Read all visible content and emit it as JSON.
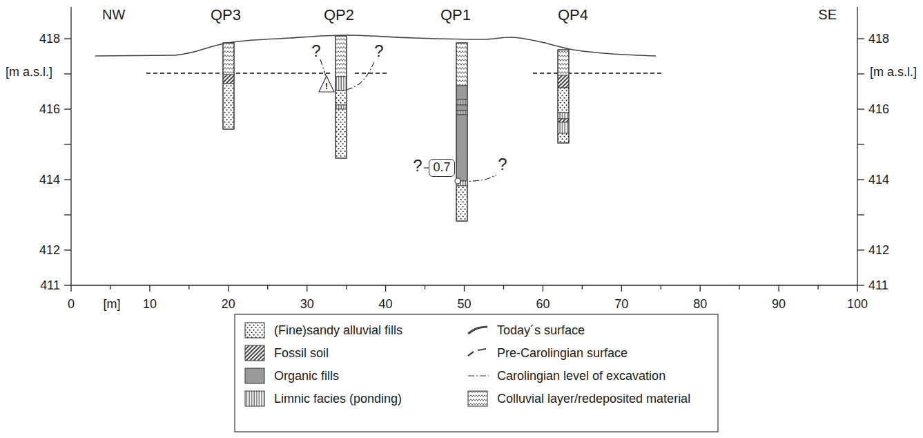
{
  "diagram": {
    "nodes": [
      {
        "text": [
          "0.7"
        ]
      },
      {
        "text": [
          "!"
        ]
      }
    ],
    "labels": [
      "NW",
      "QP3",
      "QP2",
      "QP1",
      "QP4",
      "SE",
      "418",
      "[m a.s.l.]",
      "416",
      "414",
      "412",
      "411",
      "418",
      "[m a.s.l.]",
      "416",
      "414",
      "412",
      "411",
      "0",
      "[m]",
      "10",
      "20",
      "30",
      "40",
      "50",
      "60",
      "70",
      "80",
      "90",
      "100",
      "?",
      "?",
      "?",
      "?"
    ],
    "legend": [
      {
        "text": "(Fine)sandy alluvial fills"
      },
      {
        "text": "Today´s surface"
      },
      {
        "text": "Fossil soil"
      },
      {
        "text": "Pre-Carolingian surface"
      },
      {
        "text": "Organic fills",
        "color": "#9a9a9a"
      },
      {
        "text": "Carolingian level of excavation"
      },
      {
        "text": "Limnic facies (ponding)"
      },
      {
        "text": "Colluvial layer/redeposited material"
      }
    ]
  }
}
